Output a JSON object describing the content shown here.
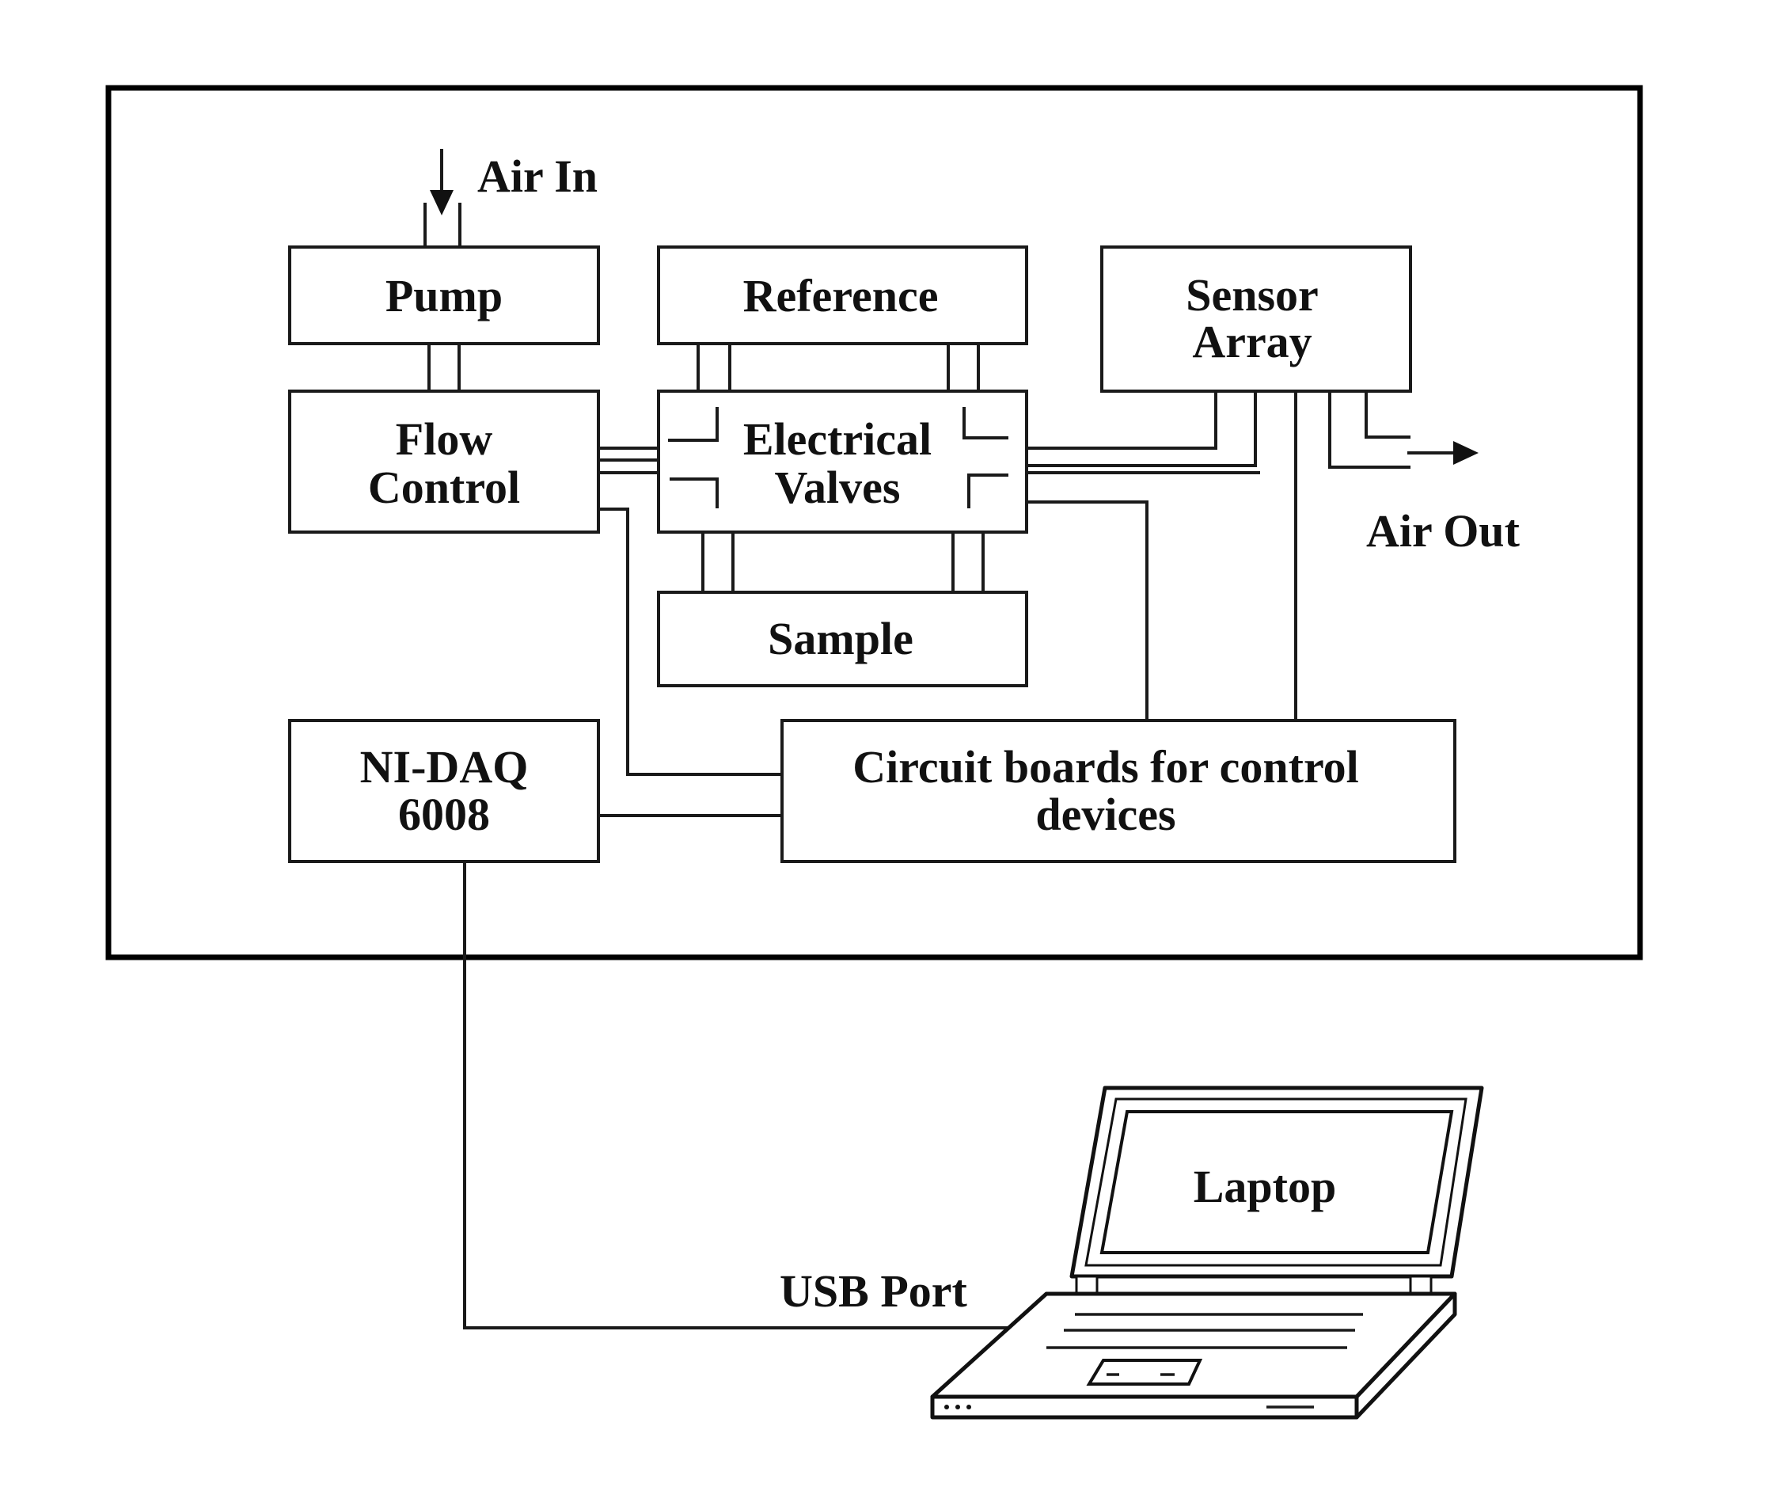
{
  "labels": {
    "air_in": "Air In",
    "air_out": "Air Out",
    "usb_port": "USB Port"
  },
  "blocks": {
    "pump": "Pump",
    "reference": "Reference",
    "sensor_array": [
      "Sensor",
      "Array"
    ],
    "flow_control": [
      "Flow",
      "Control"
    ],
    "electrical_valves": [
      "Electrical",
      "Valves"
    ],
    "sample": "Sample",
    "nidaq": [
      "NI-DAQ",
      "6008"
    ],
    "circuit_boards": [
      "Circuit boards for control",
      "devices"
    ],
    "laptop": "Laptop"
  }
}
